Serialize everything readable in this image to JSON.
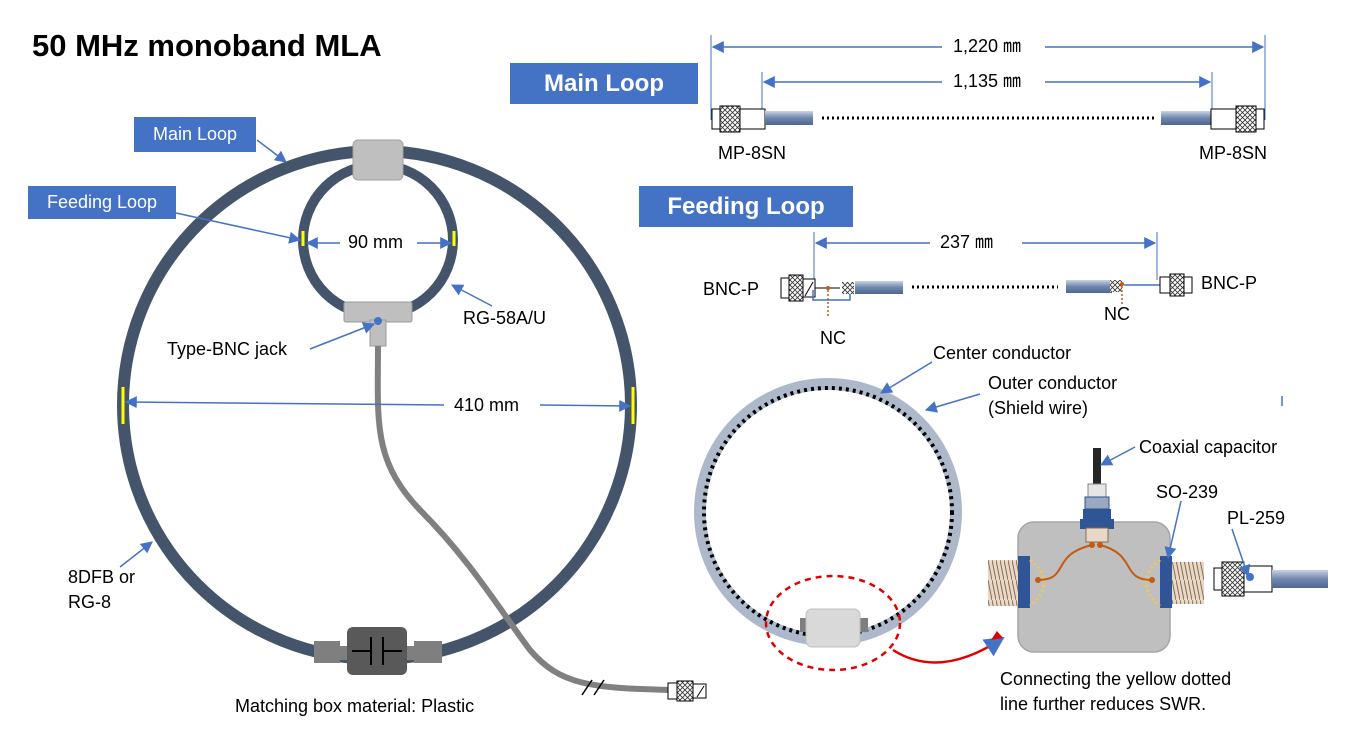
{
  "title": "50 MHz monoband MLA",
  "left": {
    "main_loop_box": "Main Loop",
    "feeding_loop_box": "Feeding Loop",
    "feed_dia": "90 mm",
    "main_dia": "410 mm",
    "rg58": "RG-58A/U",
    "bnc_jack": "Type-BNC jack",
    "cable_line1": "8DFB or",
    "cable_line2": "RG-8",
    "matching_box": "Matching box material: Plastic"
  },
  "main_loop": {
    "heading": "Main Loop",
    "dim_outer": "1,220 ㎜",
    "dim_inner": "1,135 ㎜",
    "conn_left": "MP-8SN",
    "conn_right": "MP-8SN"
  },
  "feeding_loop": {
    "heading": "Feeding Loop",
    "dim": "237 ㎜",
    "conn_left": "BNC-P",
    "conn_right": "BNC-P",
    "nc_left": "NC",
    "nc_right": "NC"
  },
  "detail": {
    "center_conductor": "Center conductor",
    "outer_line1": "Outer conductor",
    "outer_line2": "(Shield wire)",
    "coax_cap": "Coaxial capacitor",
    "so239": "SO-239",
    "pl259": "PL-259",
    "note_line1": "Connecting the yellow dotted",
    "note_line2": "line further reduces SWR."
  },
  "colors": {
    "loop": "#44546a",
    "accent": "#4472c4",
    "gray_cable": "#808080",
    "box_gray": "#bfbfbf",
    "copper": "#c55a11",
    "red": "#e00000",
    "yellow": "#ffff00"
  }
}
